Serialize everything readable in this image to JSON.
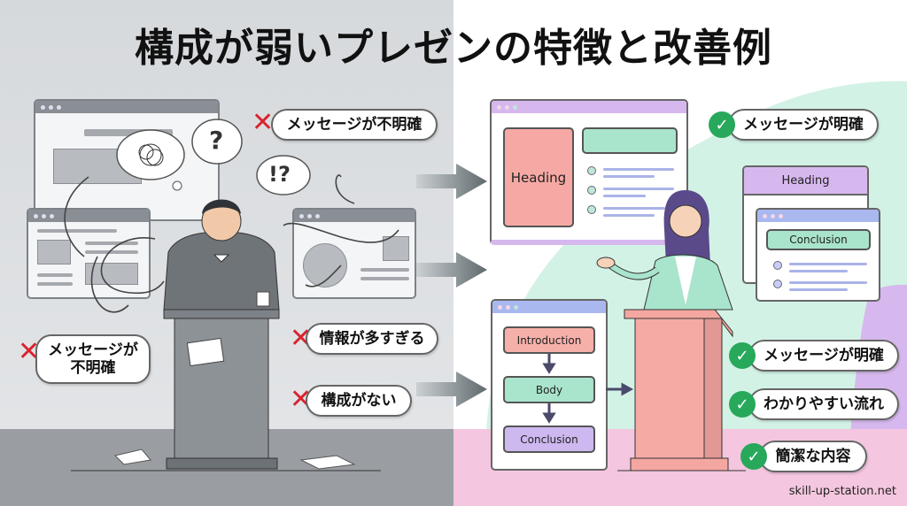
{
  "title": "構成が弱いプレゼンの特徴と改善例",
  "bad": {
    "labels": [
      "メッセージが不明確",
      "メッセージが\n不明確",
      "情報が多すぎる",
      "構成がない"
    ],
    "bubbles": {
      "question": "?",
      "surprise": "!?"
    }
  },
  "good": {
    "slide1_heading": "Heading",
    "slide2_heading": "Heading",
    "slide2_conclusion": "Conclusion",
    "flow": [
      "Introduction",
      "Body",
      "Conclusion"
    ],
    "labels": [
      "メッセージが明確",
      "メッセージが明確",
      "わかりやすい流れ",
      "簡潔な内容"
    ]
  },
  "footer": "skill-up-station.net",
  "colors": {
    "bad_x": "#d9232e",
    "good_check": "#27a85a",
    "mint": "#d3f2e6",
    "pink": "#f4c6df",
    "purple": "#d7b8ee"
  }
}
